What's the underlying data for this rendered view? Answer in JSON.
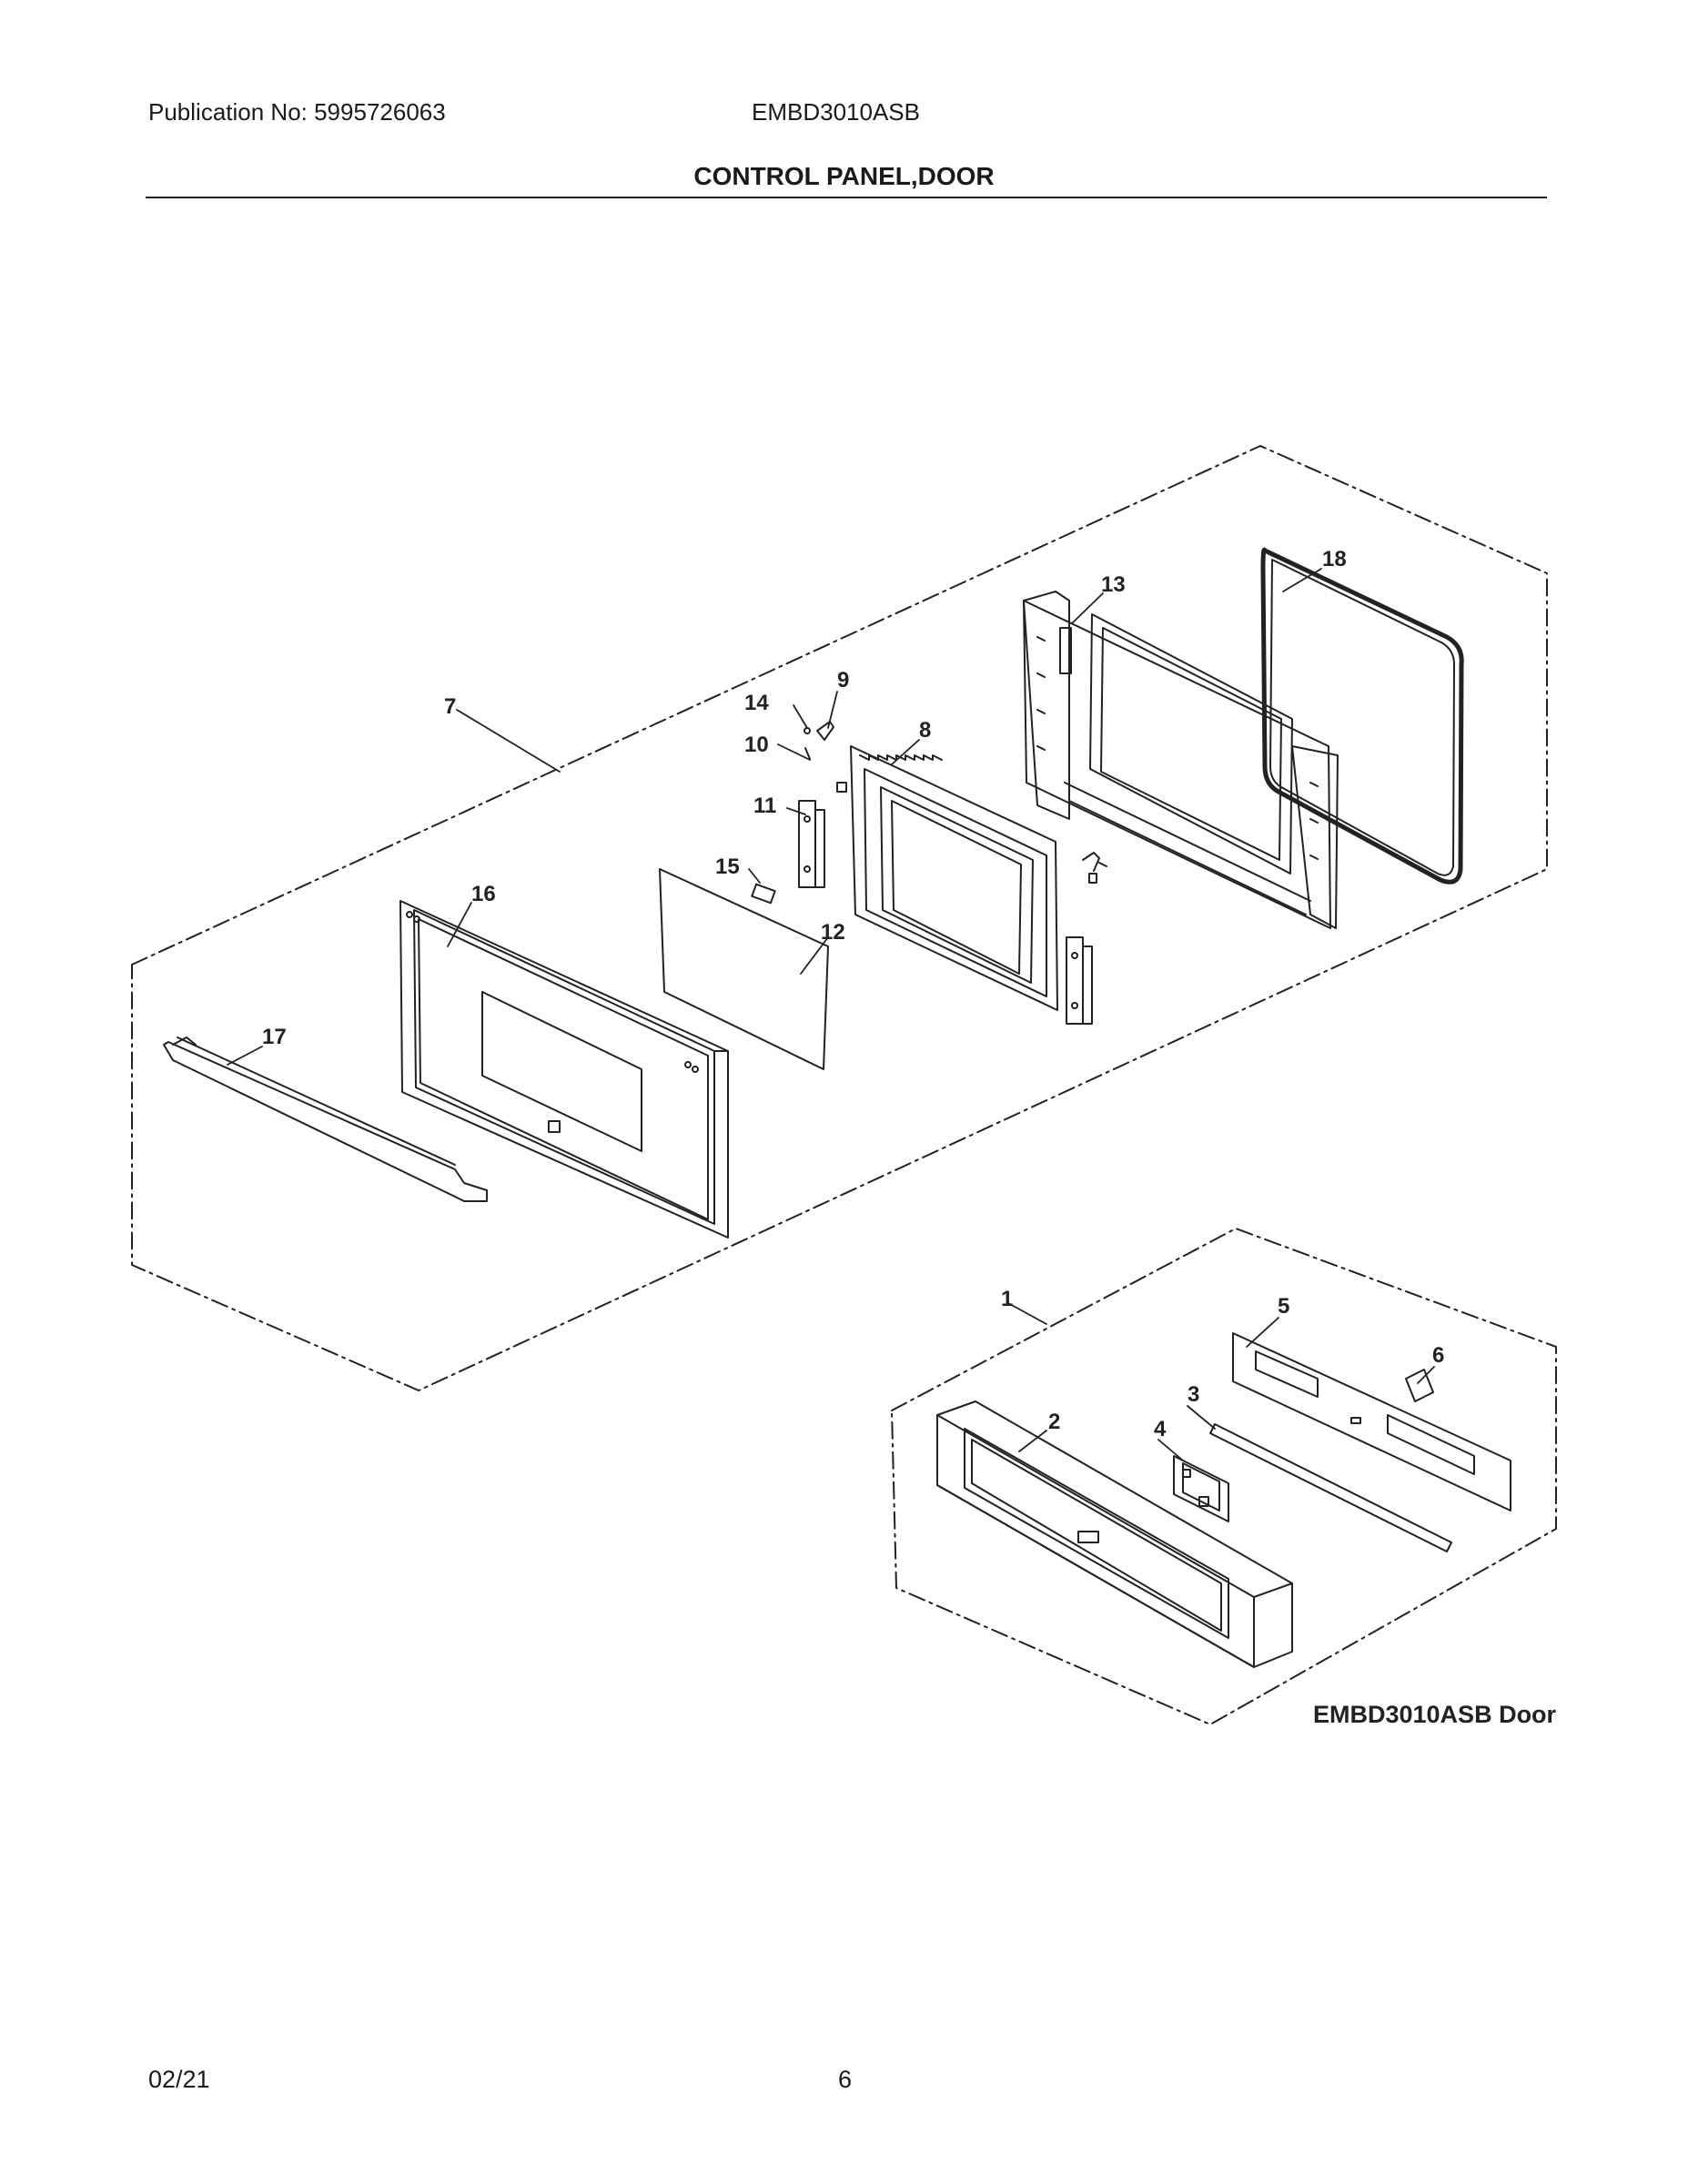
{
  "header": {
    "publication": "Publication No: 5995726063",
    "model": "EMBD3010ASB",
    "title": "CONTROL PANEL,DOOR"
  },
  "diagram": {
    "callouts": [
      "1",
      "2",
      "3",
      "4",
      "5",
      "6",
      "7",
      "8",
      "9",
      "10",
      "11",
      "12",
      "13",
      "14",
      "15",
      "16",
      "17",
      "18"
    ],
    "caption": "EMBD3010ASB Door"
  },
  "footer": {
    "date": "02/21",
    "page": "6"
  }
}
